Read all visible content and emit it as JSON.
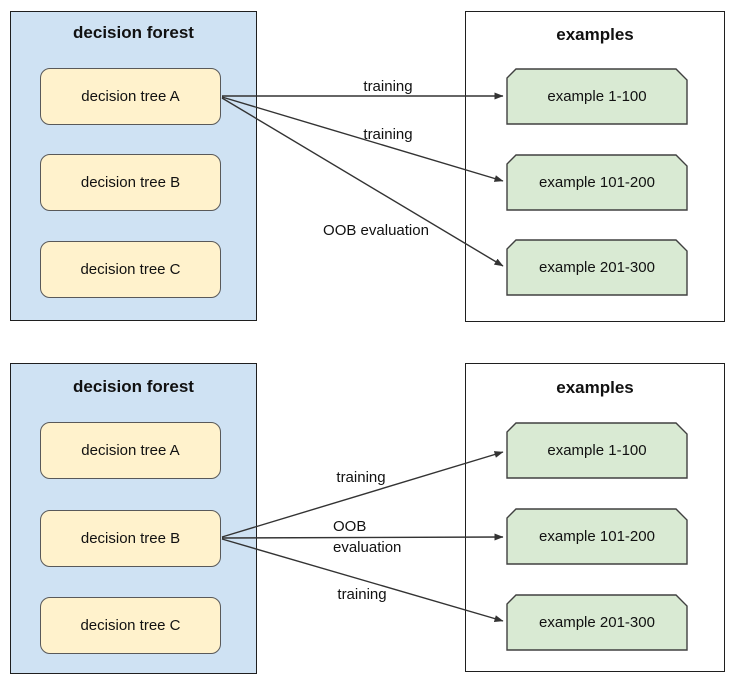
{
  "colors": {
    "forest_fill": "#cfe2f3",
    "container_border": "#1f1f1f",
    "tree_fill": "#fff2cc",
    "tree_border": "#595959",
    "example_fill": "#d9ead3",
    "example_border": "#404040",
    "arrow": "#333333",
    "text": "#111111"
  },
  "diagrams": [
    {
      "forest": {
        "title": "decision forest",
        "trees": [
          "decision tree A",
          "decision tree B",
          "decision tree C"
        ]
      },
      "examples": {
        "title": "examples",
        "items": [
          "example 1-100",
          "example 101-200",
          "example 201-300"
        ]
      },
      "arrows": [
        {
          "from": "decision tree A",
          "to": "example 1-100",
          "label": "training"
        },
        {
          "from": "decision tree A",
          "to": "example 101-200",
          "label": "training"
        },
        {
          "from": "decision tree A",
          "to": "example 201-300",
          "label": "OOB evaluation"
        }
      ]
    },
    {
      "forest": {
        "title": "decision forest",
        "trees": [
          "decision tree A",
          "decision tree B",
          "decision tree C"
        ]
      },
      "examples": {
        "title": "examples",
        "items": [
          "example 1-100",
          "example 101-200",
          "example 201-300"
        ]
      },
      "arrows": [
        {
          "from": "decision tree B",
          "to": "example 1-100",
          "label": "training"
        },
        {
          "from": "decision tree B",
          "to": "example 101-200",
          "label": "OOB\nevaluation"
        },
        {
          "from": "decision tree B",
          "to": "example 201-300",
          "label": "training"
        }
      ]
    }
  ]
}
